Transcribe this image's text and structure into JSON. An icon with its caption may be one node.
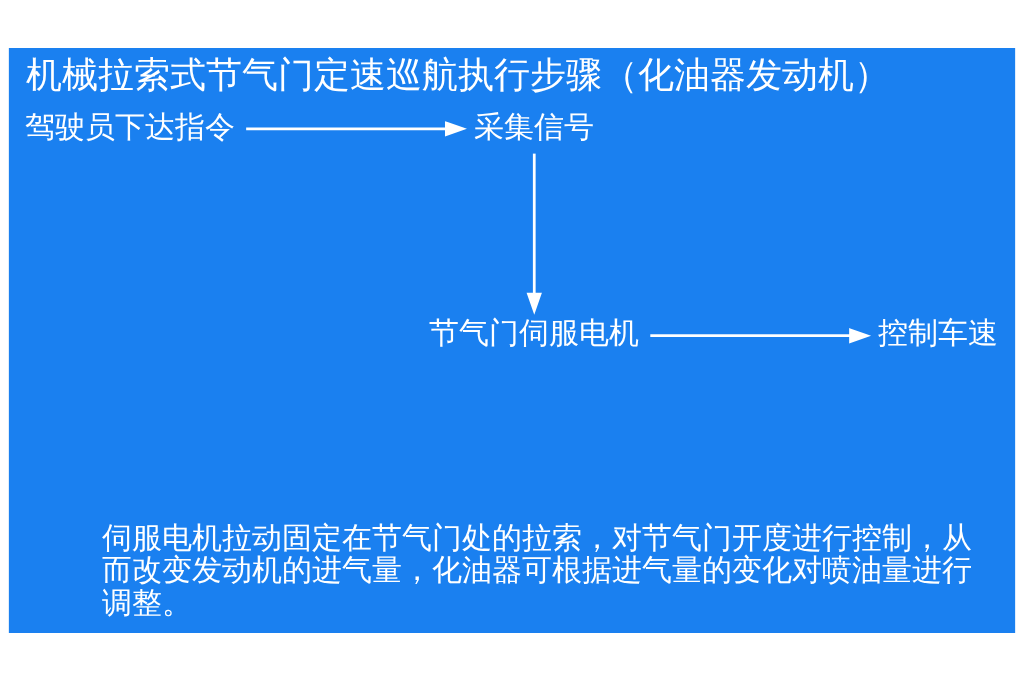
{
  "diagram": {
    "title": "机械拉索式节气门定速巡航执行步骤（化油器发动机）",
    "caption": "伺服电机拉动固定在节气门处的拉索，对节气门开度进行控制，从而改变发动机的进气量，化油器可根据进气量的变化对喷油量进行调整。",
    "nodes": [
      {
        "text": [
          "采集信号"
        ]
      },
      {
        "text": [
          "驾驶员下达指令"
        ]
      },
      {
        "text": [
          "节气门伺服电机"
        ]
      },
      {
        "text": [
          "控制车速"
        ]
      }
    ],
    "edges": [
      {
        "from": 1,
        "to": 0,
        "arrow": "to"
      },
      {
        "from": 0,
        "to": 2,
        "arrow": "to"
      },
      {
        "from": 2,
        "to": 3,
        "arrow": "to"
      }
    ]
  }
}
